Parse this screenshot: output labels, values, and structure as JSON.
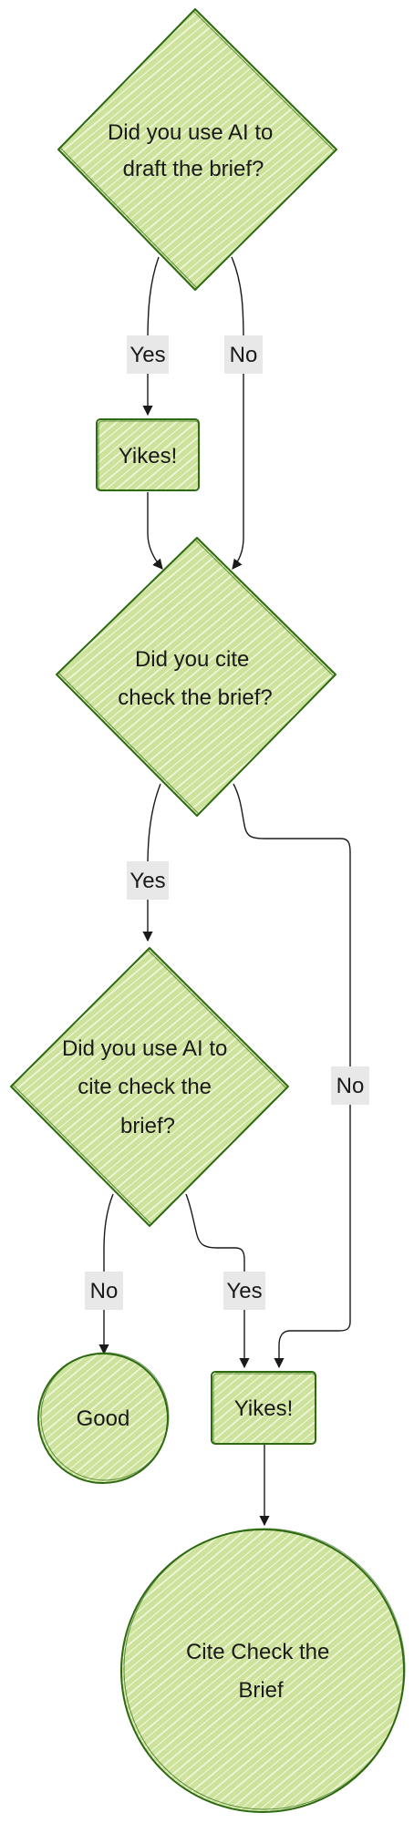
{
  "nodes": {
    "q1": {
      "lines": [
        "Did you use AI to",
        "draft the brief?"
      ]
    },
    "yikes1": {
      "lines": [
        "Yikes!"
      ]
    },
    "q2": {
      "lines": [
        "Did you cite",
        "check the brief?"
      ]
    },
    "q3": {
      "lines": [
        "Did you use AI to",
        "cite check the",
        "brief?"
      ]
    },
    "good": {
      "lines": [
        "Good"
      ]
    },
    "yikes2": {
      "lines": [
        "Yikes!"
      ]
    },
    "final": {
      "lines": [
        "Cite Check the",
        "Brief"
      ]
    }
  },
  "edges": {
    "q1_yes": "Yes",
    "q1_no": "No",
    "q2_yes": "Yes",
    "q2_no": "No",
    "q3_no": "No",
    "q3_yes": "Yes"
  },
  "colors": {
    "fill": "#cde39b",
    "stroke": "#2e6a12",
    "hatch": "#f3f8e6",
    "edge": "#1a1a1a",
    "label_bg": "#e8e8e8"
  }
}
